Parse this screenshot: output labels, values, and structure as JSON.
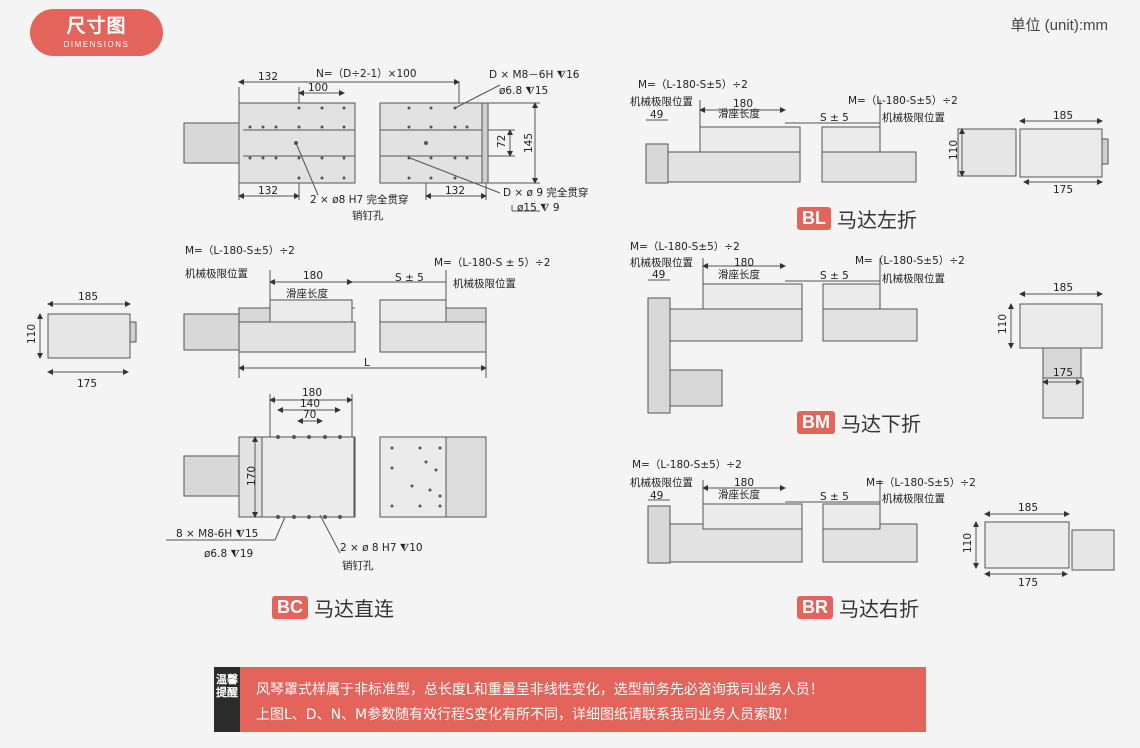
{
  "header": {
    "badge_title": "尺寸图",
    "badge_subtitle": "DIMENSIONS",
    "unit": "单位 (unit):mm"
  },
  "views": {
    "bc_top": {
      "dims": [
        "132",
        "N=（D÷2-1）×100",
        "100",
        "D × M8－6H ⧨16",
        "ø6.8 ⧨15",
        "72",
        "145",
        "132",
        "2 × ø8 H7 完全贯穿",
        "132",
        "D × ø 9 完全贯穿",
        "ø15 ⧨ 9",
        "销钉孔"
      ]
    },
    "bc_side": {
      "dims": [
        "M=（L-180-S±5）÷2",
        "机械极限位置",
        "180",
        "滑座长度",
        "S ± 5",
        "M=（L-180-S ± 5）÷2",
        "机械极限位置",
        "L"
      ]
    },
    "end_small": {
      "dims": [
        "185",
        "110",
        "175"
      ]
    },
    "bc_plan": {
      "dims": [
        "180",
        "140",
        "70",
        "170",
        "8 × M8-6H ⧨15",
        "ø6.8 ⧨19",
        "2 × ø 8 H7 ⧨10",
        "销钉孔"
      ]
    },
    "bl": {
      "dims": [
        "M=（L-180-S±5）÷2",
        "机械极限位置",
        "49",
        "180",
        "滑座长度",
        "S ± 5",
        "M=（L-180-S±5）÷2",
        "机械极限位置",
        "185",
        "110",
        "175"
      ]
    },
    "bm": {
      "dims": [
        "M=（L-180-S±5）÷2",
        "机械极限位置",
        "49",
        "180",
        "滑座长度",
        "S ± 5",
        "M=（L-180-S±5）÷2",
        "机械极限位置",
        "185",
        "110",
        "175"
      ]
    },
    "br": {
      "dims": [
        "M=（L-180-S±5）÷2",
        "机械极限位置",
        "49",
        "180",
        "滑座长度",
        "S ± 5",
        "M=（L-180-S±5）÷2",
        "机械极限位置",
        "185",
        "110",
        "175"
      ]
    }
  },
  "labels": {
    "bc": {
      "code": "BC",
      "text": "马达直连"
    },
    "bl": {
      "code": "BL",
      "text": "马达左折"
    },
    "bm": {
      "code": "BM",
      "text": "马达下折"
    },
    "br": {
      "code": "BR",
      "text": "马达右折"
    }
  },
  "notice": {
    "side": "温馨提醒",
    "line1": "风琴罩式样属于非标准型，总长度L和重量呈非线性变化，选型前务先必咨询我司业务人员！",
    "line2": "上图L、D、N、M参数随有效行程S变化有所不同，详细图纸请联系我司业务人员索取！"
  },
  "colors": {
    "accent": "#e2645a",
    "drawing_fill": "#d8d8d8",
    "line": "#555555"
  }
}
